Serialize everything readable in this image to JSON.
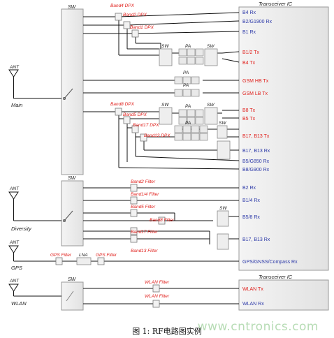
{
  "headers": {
    "sw_main": "SW",
    "sw_diversity": "SW",
    "sw_wlan": "SW",
    "transceiver_top": "Transceiver IC",
    "transceiver_wlan": "Transceiver IC"
  },
  "antennas": {
    "ant_label": "ANT",
    "main": "Main",
    "diversity": "Diversity",
    "gps": "GPS",
    "wlan": "WLAN"
  },
  "dpx": {
    "band4": "Band4 DPX",
    "band2": "Band2 DPX",
    "band1": "Band1 DPX",
    "band8": "Band8 DPX",
    "band5": "Band5 DPX",
    "band17": "Band17 DPX",
    "band13": "Band13 DPX"
  },
  "blocks": {
    "sw": "SW",
    "pa": "PA",
    "lna": "LNA"
  },
  "filters": {
    "band2": "Band2 Filter",
    "b14": "Band1/4 Filter",
    "band5": "Band5 Filter",
    "band8": "Band8 Filter",
    "band17": "Band17 Filter",
    "band13": "Band13 Filter",
    "gps1": "GPS Filter",
    "gps2": "GPS Filter",
    "wlan1": "WLAN Filter",
    "wlan2": "WLAN Filter"
  },
  "ports": {
    "b4rx": "B4 Rx",
    "b2g1900rx": "B2/G1900 Rx",
    "b1rx": "B1 Rx",
    "b12tx": "B1/2 Tx",
    "b4tx": "B4 Tx",
    "gsmhbtx": "GSM HB Tx",
    "gsmlbtx": "GSM LB Tx",
    "b8tx": "B8 Tx",
    "b5tx": "B5 Tx",
    "b17b13tx": "B17, B13 Tx",
    "b17b13rx": "B17, B13 Rx",
    "b5g850rx": "B5/G850 Rx",
    "b8g900rx": "B8/G900 Rx",
    "b2rx": "B2 Rx",
    "b14rx": "B1/4 Rx",
    "b58rx": "B5/8 Rx",
    "b17b13rx_div": "B17, B13 Rx",
    "gpsrx": "GPS/GNSS/Compass Rx",
    "wlantx": "WLAN Tx",
    "wlanrx": "WLAN Rx"
  },
  "colors": {
    "tx": "#e0201c",
    "rx": "#2c39a8",
    "dpx": "#e0201c",
    "wire": "#111111",
    "box_fill": "#ececec",
    "box_stroke": "#9a9a9a"
  },
  "caption": "图 1: RF电路图实例",
  "watermark": "www.cntronics.com"
}
